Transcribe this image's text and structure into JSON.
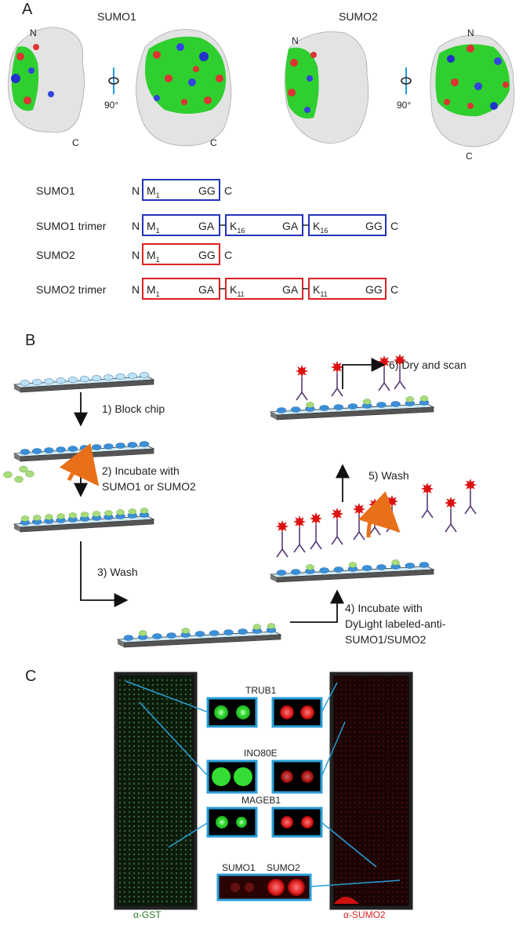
{
  "panelA": {
    "letter": "A",
    "sumo1_title": "SUMO1",
    "sumo2_title": "SUMO2",
    "rotation_label": "90°",
    "n_label": "N",
    "c_label": "C",
    "constructs": [
      {
        "name": "SUMO1",
        "color": "#2233bb",
        "start": "M",
        "start_sub": "1",
        "end": "GG"
      },
      {
        "name": "SUMO1 trimer",
        "color": "#2233bb",
        "blocks": [
          {
            "start": "M",
            "start_sub": "1",
            "end": "GA"
          },
          {
            "start": "K",
            "start_sub": "16",
            "end": "GA"
          },
          {
            "start": "K",
            "start_sub": "16",
            "end": "GG"
          }
        ]
      },
      {
        "name": "SUMO2",
        "color": "#dd2222",
        "start": "M",
        "start_sub": "1",
        "end": "GG"
      },
      {
        "name": "SUMO2 trimer",
        "color": "#dd2222",
        "blocks": [
          {
            "start": "M",
            "start_sub": "1",
            "end": "GA"
          },
          {
            "start": "K",
            "start_sub": "11",
            "end": "GA"
          },
          {
            "start": "K",
            "start_sub": "11",
            "end": "GG"
          }
        ]
      }
    ]
  },
  "panelB": {
    "letter": "B",
    "steps": {
      "step1": "1) Block chip",
      "step2_line1": "2) Incubate with",
      "step2_line2": "SUMO1 or SUMO2",
      "step3": "3) Wash",
      "step4_line1": "4) Incubate with",
      "step4_line2": "DyLight labeled-anti-",
      "step4_line3": "SUMO1/SUMO2",
      "step5": "5) Wash",
      "step6": "6) Dry and scan"
    },
    "colors": {
      "blue_spot": "#3a8fd8",
      "green_sumo": "#a8dc7a",
      "antibody": "#5a3a78",
      "dye": "#dd1111",
      "arrow_orange": "#e8701a"
    }
  },
  "panelC": {
    "letter": "C",
    "left_caption": "α-GST",
    "right_caption": "α-SUMO2",
    "proteins": [
      "TRUB1",
      "INO80E",
      "MAGEB1"
    ],
    "control_labels": [
      "SUMO1",
      "SUMO2"
    ],
    "colors": {
      "frame": "#2a9fd8",
      "green": "#33dd33",
      "red": "#dd2222"
    }
  }
}
